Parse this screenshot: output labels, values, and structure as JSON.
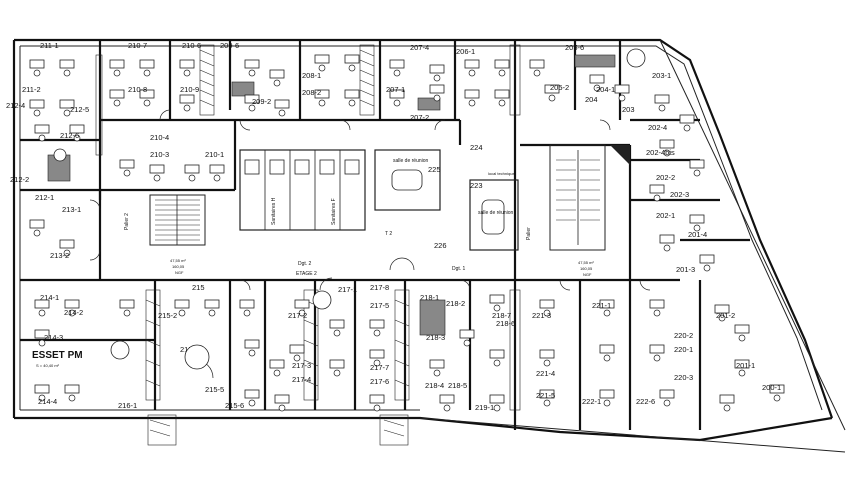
{
  "floor": {
    "name": "ETAGE 2",
    "esset_name": "ESSET PM",
    "esset_area": "S = 40,40 m²"
  },
  "rooms": [
    {
      "id": "r211-1",
      "label": "211-1"
    },
    {
      "id": "r211-2",
      "label": "211-2"
    },
    {
      "id": "r212-4",
      "label": "212-4"
    },
    {
      "id": "r212-5",
      "label": "212-5"
    },
    {
      "id": "r212-6",
      "label": "212-6"
    },
    {
      "id": "r212-2",
      "label": "212-2"
    },
    {
      "id": "r212-1",
      "label": "212-1"
    },
    {
      "id": "r213-1",
      "label": "213-1"
    },
    {
      "id": "r213-2",
      "label": "213-2"
    },
    {
      "id": "r214-1",
      "label": "214-1"
    },
    {
      "id": "r214-2",
      "label": "214-2"
    },
    {
      "id": "r214-3",
      "label": "214-3"
    },
    {
      "id": "r214-4",
      "label": "214-4"
    },
    {
      "id": "r210-7",
      "label": "210-7"
    },
    {
      "id": "r210-8",
      "label": "210-8"
    },
    {
      "id": "r210-6",
      "label": "210-6"
    },
    {
      "id": "r210-9",
      "label": "210-9"
    },
    {
      "id": "r210-4",
      "label": "210-4"
    },
    {
      "id": "r210-3",
      "label": "210-3"
    },
    {
      "id": "r210-1",
      "label": "210-1"
    },
    {
      "id": "r209-6",
      "label": "209-6"
    },
    {
      "id": "r209-2",
      "label": "209-2"
    },
    {
      "id": "r208-1",
      "label": "208-1"
    },
    {
      "id": "r208-2",
      "label": "208-2"
    },
    {
      "id": "r207-4",
      "label": "207-4"
    },
    {
      "id": "r207-1",
      "label": "207-1"
    },
    {
      "id": "r207-2",
      "label": "207-2"
    },
    {
      "id": "r206-1",
      "label": "206-1"
    },
    {
      "id": "r205-6",
      "label": "205-6"
    },
    {
      "id": "r205-2",
      "label": "205-2"
    },
    {
      "id": "r204-1",
      "label": "204-1"
    },
    {
      "id": "r204",
      "label": "204"
    },
    {
      "id": "r203",
      "label": "203"
    },
    {
      "id": "r203-1",
      "label": "203-1"
    },
    {
      "id": "r202-4",
      "label": "202-4"
    },
    {
      "id": "r202-4bis",
      "label": "202-4bis"
    },
    {
      "id": "r202-2",
      "label": "202-2"
    },
    {
      "id": "r202-3",
      "label": "202-3"
    },
    {
      "id": "r202-1",
      "label": "202-1"
    },
    {
      "id": "r201-4",
      "label": "201-4"
    },
    {
      "id": "r201-3",
      "label": "201-3"
    },
    {
      "id": "r201-2",
      "label": "201-2"
    },
    {
      "id": "r201-1",
      "label": "201-1"
    },
    {
      "id": "r200-1",
      "label": "200-1"
    },
    {
      "id": "r215",
      "label": "215"
    },
    {
      "id": "r215-2",
      "label": "215-2"
    },
    {
      "id": "r215-3",
      "label": "215-3"
    },
    {
      "id": "r215-5",
      "label": "215-5"
    },
    {
      "id": "r215-6",
      "label": "215-6"
    },
    {
      "id": "r216-1",
      "label": "216-1"
    },
    {
      "id": "r217-1",
      "label": "217-1"
    },
    {
      "id": "r217-2",
      "label": "217-2"
    },
    {
      "id": "r217-3",
      "label": "217-3"
    },
    {
      "id": "r217-4",
      "label": "217-4"
    },
    {
      "id": "r217-5",
      "label": "217-5"
    },
    {
      "id": "r217-6",
      "label": "217-6"
    },
    {
      "id": "r217-7",
      "label": "217-7"
    },
    {
      "id": "r217-8",
      "label": "217-8"
    },
    {
      "id": "r218-1",
      "label": "218-1"
    },
    {
      "id": "r218-2",
      "label": "218-2"
    },
    {
      "id": "r218-3",
      "label": "218-3"
    },
    {
      "id": "r218-4",
      "label": "218-4"
    },
    {
      "id": "r218-5",
      "label": "218-5"
    },
    {
      "id": "r218-6",
      "label": "218-6"
    },
    {
      "id": "r218-7",
      "label": "218-7"
    },
    {
      "id": "r219-1",
      "label": "219-1"
    },
    {
      "id": "r220-1",
      "label": "220-1"
    },
    {
      "id": "r220-2",
      "label": "220-2"
    },
    {
      "id": "r220-3",
      "label": "220-3"
    },
    {
      "id": "r221-1",
      "label": "221-1"
    },
    {
      "id": "r221-3",
      "label": "221-3"
    },
    {
      "id": "r221-4",
      "label": "221-4"
    },
    {
      "id": "r221-5",
      "label": "221-5"
    },
    {
      "id": "r222-1",
      "label": "222-1"
    },
    {
      "id": "r222-6",
      "label": "222-6"
    },
    {
      "id": "r223",
      "label": "223"
    },
    {
      "id": "r224",
      "label": "224"
    },
    {
      "id": "r225",
      "label": "225"
    },
    {
      "id": "r226",
      "label": "226"
    }
  ],
  "zones": {
    "salle_reunion_1": "salle de réunion",
    "salle_reunion_2": "salle de réunion",
    "dgt_2": "Dgt. 2",
    "dgt_1": "Dgt. 1",
    "palier_2": "Palier 2",
    "palier": "Palier",
    "sanitaires_h": "Sanitaires H",
    "sanitaires_f": "Sanitaires F",
    "local_technique": "local technique",
    "t2": "T 2",
    "surface_left": "47,55 m²",
    "surface_left_b": "160,05",
    "surface_left_c": "NGF",
    "surface_right": "47,55 m²",
    "surface_right_b": "160,05",
    "surface_right_c": "NGF"
  }
}
